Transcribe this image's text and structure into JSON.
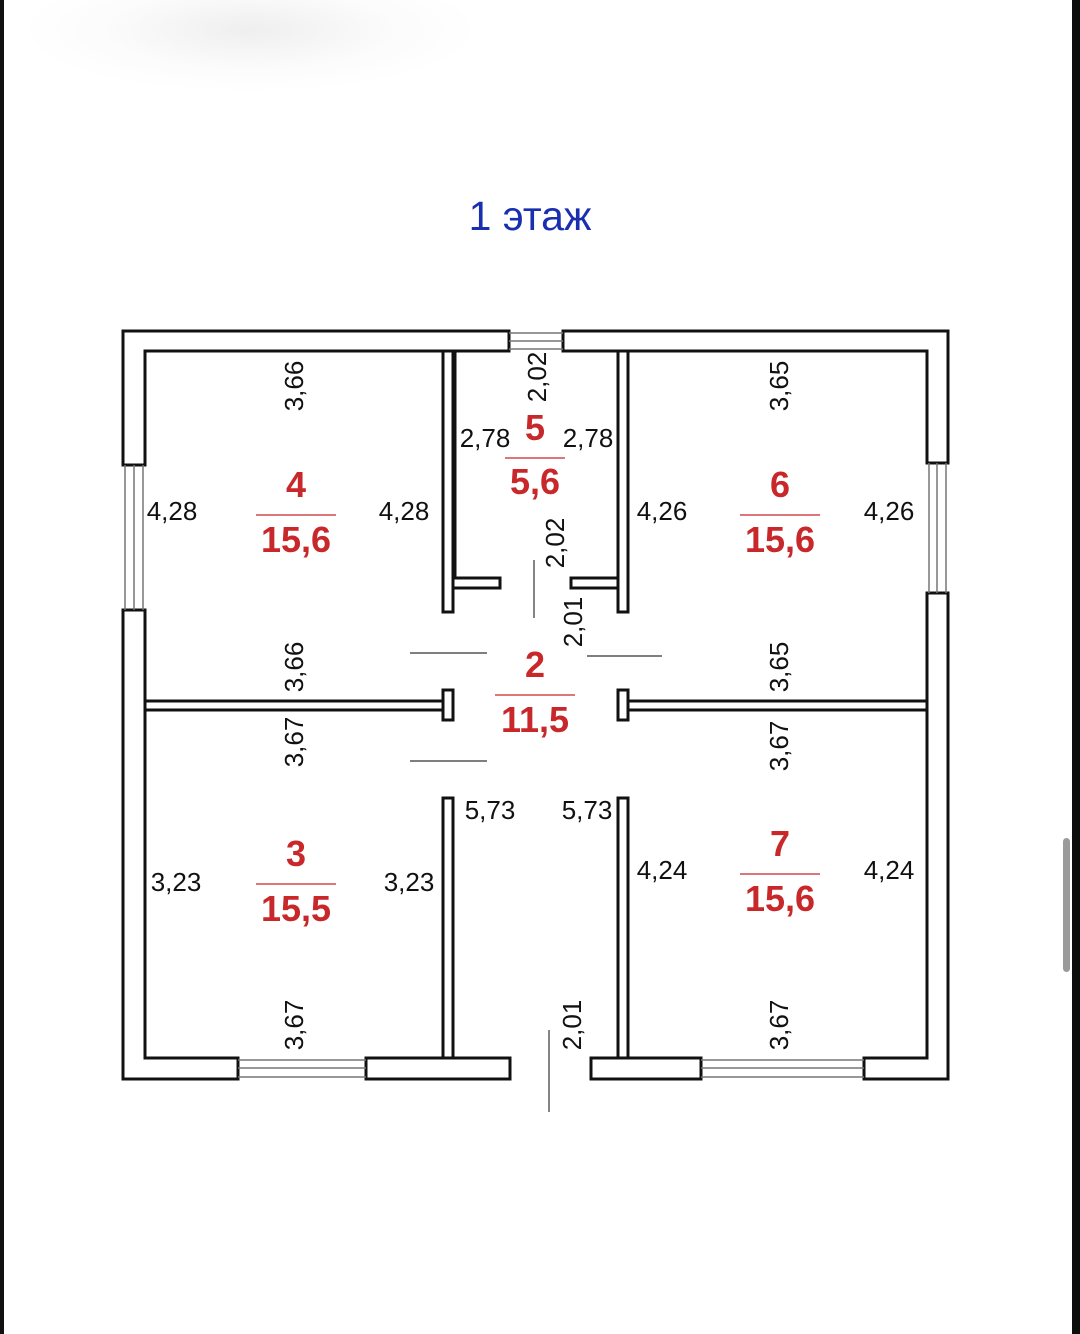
{
  "title": "1 этаж",
  "colors": {
    "title": "#1a2fb0",
    "room_label": "#c8282a",
    "wall": "#111111",
    "dimension": "#111111"
  },
  "rooms": [
    {
      "number": "4",
      "area": "15,6",
      "dims": {
        "top": "3,66",
        "left": "4,28",
        "right": "4,28",
        "bottom": "3,66"
      }
    },
    {
      "number": "5",
      "area": "5,6",
      "dims": {
        "top": "2,02",
        "left": "2,78",
        "right": "2,78",
        "bottom": "2,02"
      }
    },
    {
      "number": "6",
      "area": "15,6",
      "dims": {
        "top": "3,65",
        "left": "4,26",
        "right": "4,26",
        "bottom": "3,65"
      }
    },
    {
      "number": "2",
      "area": "11,5",
      "dims": {
        "top": "2,01",
        "left": "5,73",
        "right": "5,73",
        "bottom": "2,01"
      }
    },
    {
      "number": "3",
      "area": "15,5",
      "dims": {
        "top": "3,67",
        "left": "3,23",
        "right": "3,23",
        "bottom": "3,67"
      }
    },
    {
      "number": "7",
      "area": "15,6",
      "dims": {
        "top": "3,67",
        "left": "4,24",
        "right": "4,24",
        "bottom": "3,67"
      }
    }
  ]
}
